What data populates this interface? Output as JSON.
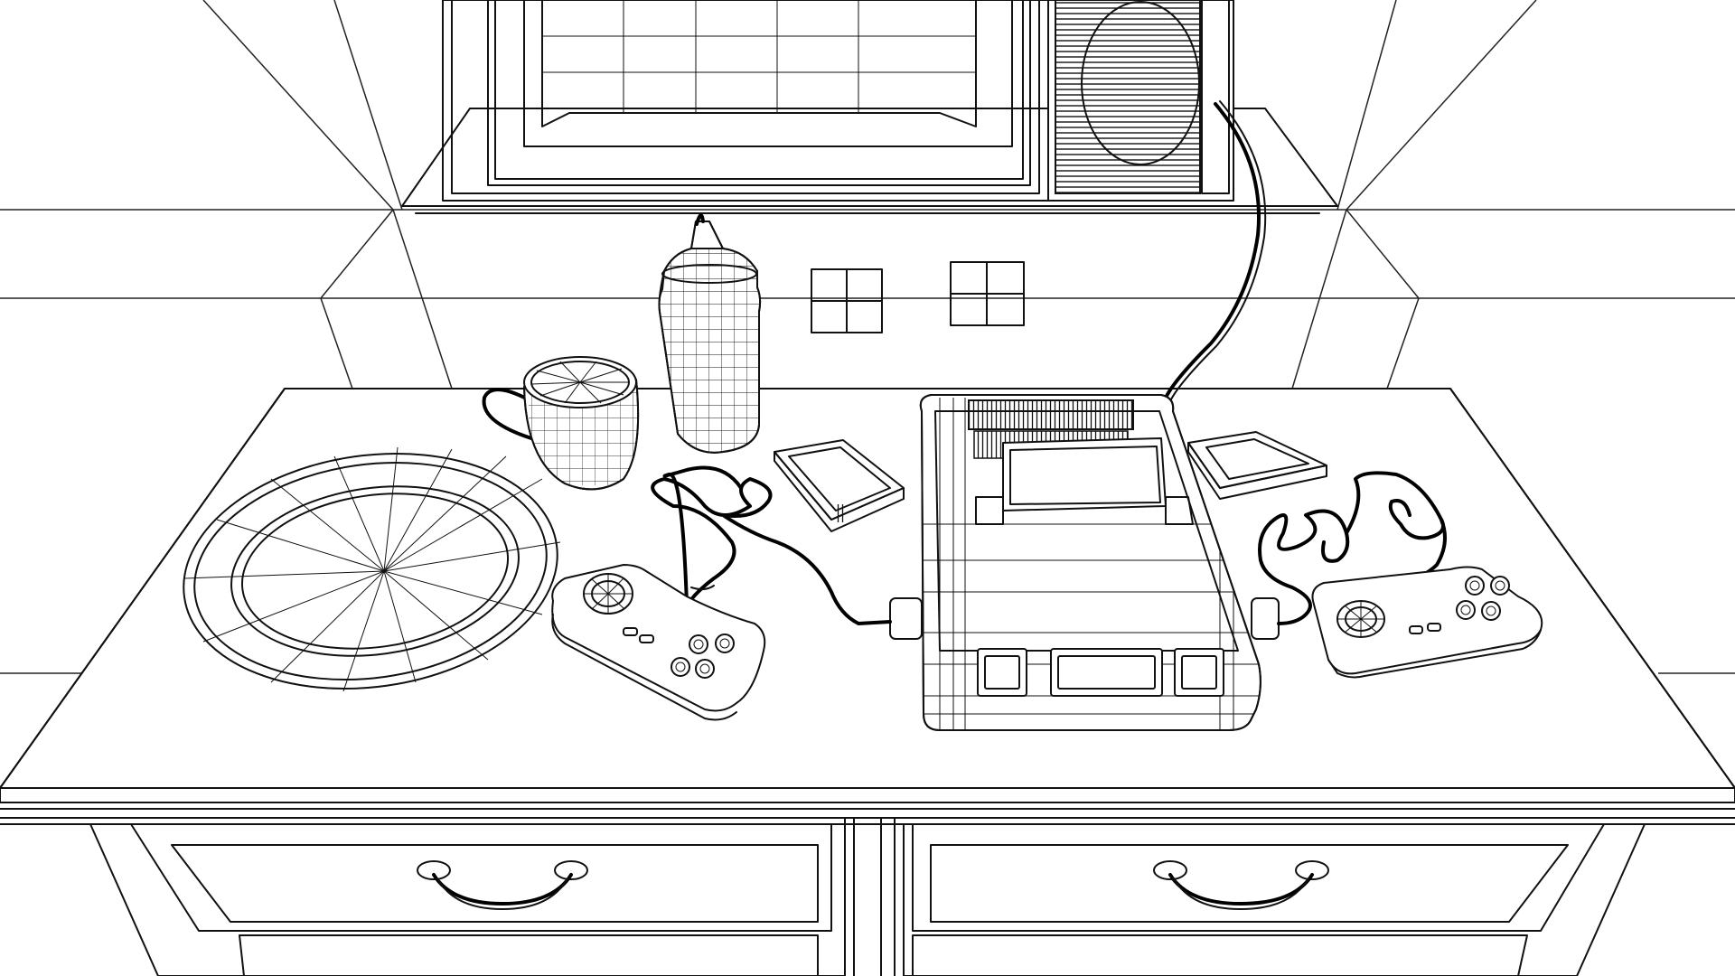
{
  "scene": {
    "style": "wireframe-render",
    "line_color": "#111111",
    "background_color": "#ffffff",
    "objects": [
      "window",
      "speaker",
      "wall-tiles",
      "counter-top",
      "cabinet-drawers",
      "drawer-handles",
      "oval-plate",
      "mug",
      "squeeze-bottle",
      "game-cartridge",
      "retro-game-console",
      "game-controller",
      "controller-cable",
      "power-cable"
    ]
  }
}
